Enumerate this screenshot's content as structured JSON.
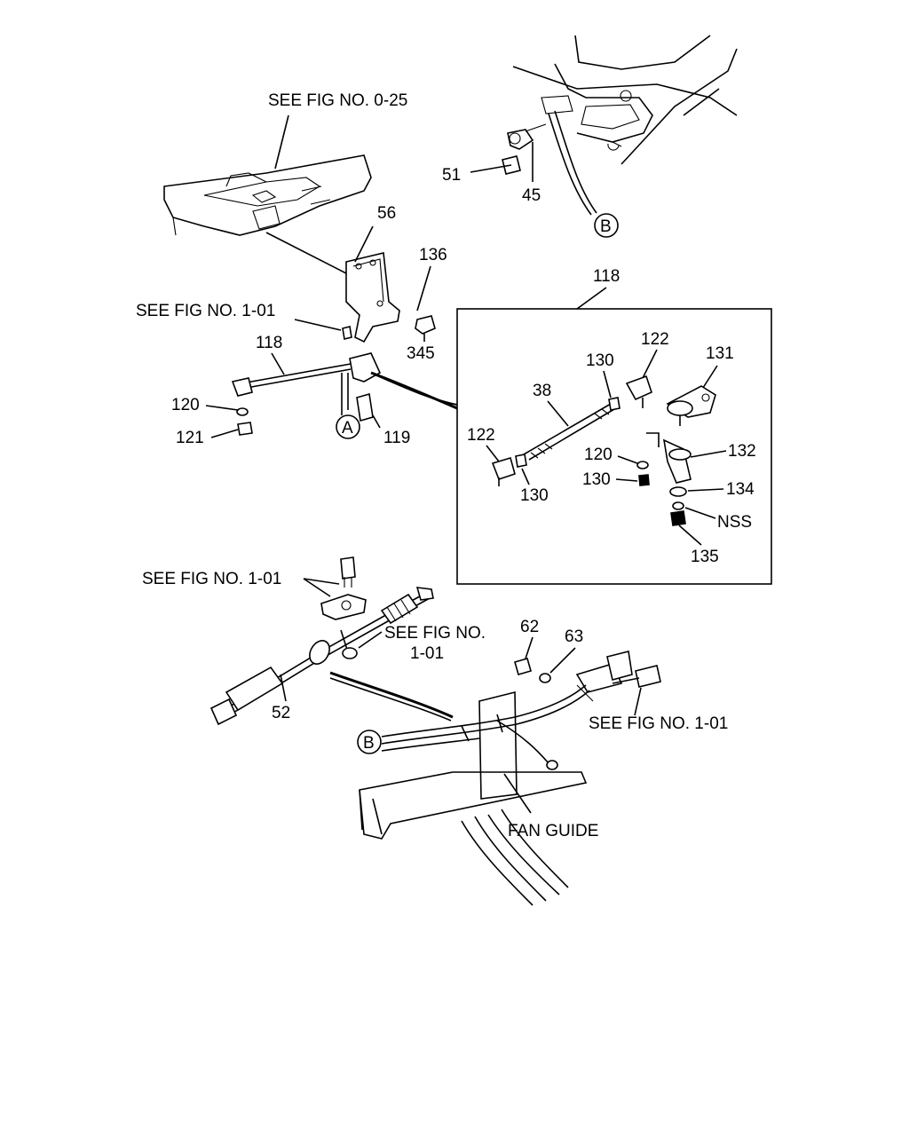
{
  "callouts": {
    "see_0_25": "SEE FIG NO. 0-25",
    "see_1_01_a": "SEE FIG NO. 1-01",
    "see_1_01_b": "SEE FIG NO. 1-01",
    "see_1_01_c_line1": "SEE FIG NO.",
    "see_1_01_c_line2": "1-01",
    "see_1_01_d": "SEE FIG NO. 1-01",
    "fan_guide": "FAN GUIDE"
  },
  "part_numbers": {
    "p51": "51",
    "p45": "45",
    "p56": "56",
    "p136": "136",
    "p345": "345",
    "p118_left": "118",
    "p118_box": "118",
    "p120_left": "120",
    "p121": "121",
    "p119": "119",
    "p130_top": "130",
    "p122_top": "122",
    "p131": "131",
    "p38": "38",
    "p122_left": "122",
    "p130_left": "130",
    "p120_box": "120",
    "p130_mid": "130",
    "p132": "132",
    "p134": "134",
    "pnss": "NSS",
    "p135": "135",
    "p62": "62",
    "p63": "63",
    "p52": "52"
  },
  "refs": {
    "ref_a": "A",
    "ref_b_top": "B",
    "ref_b_bottom": "B"
  }
}
